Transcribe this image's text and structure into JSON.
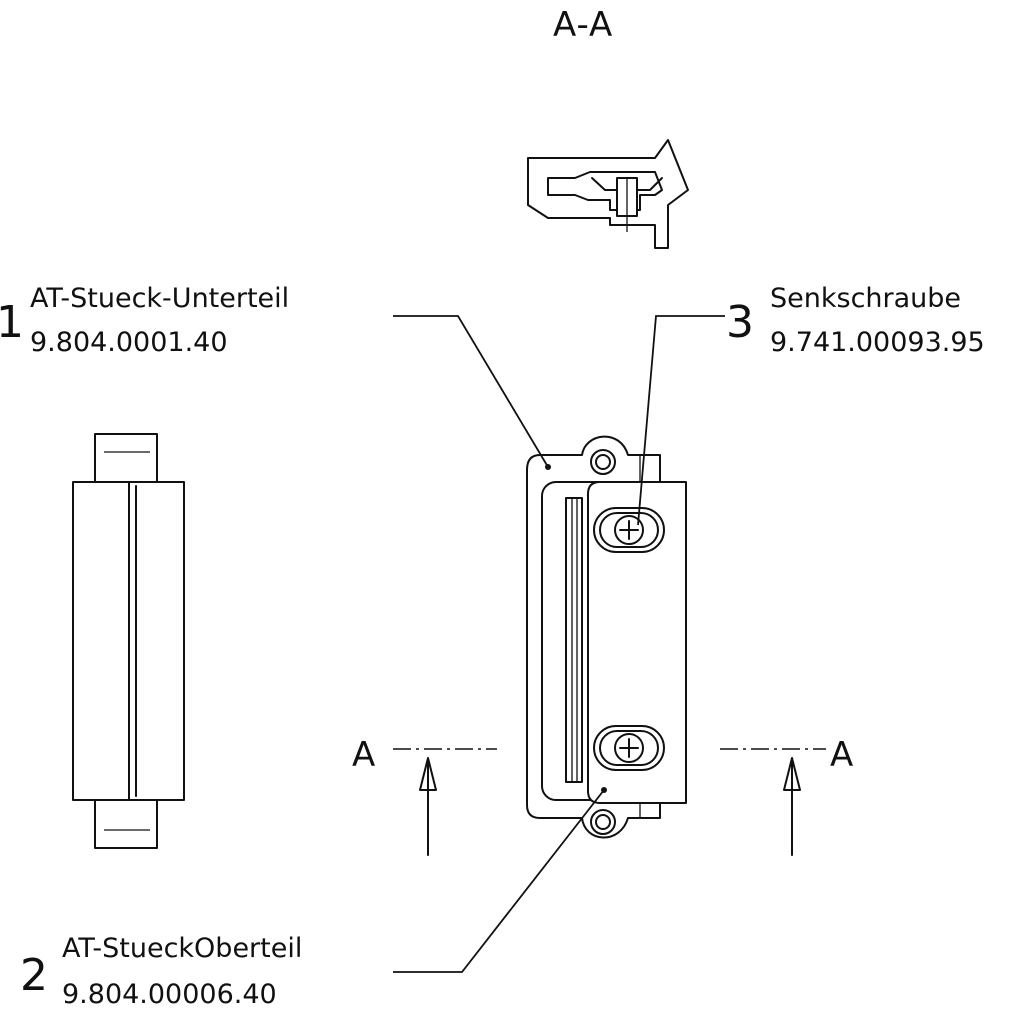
{
  "section_title": "A-A",
  "section_marks": {
    "left": "A",
    "right": "A"
  },
  "parts": [
    {
      "number": "1",
      "name": "AT-Stueck-Unterteil",
      "part_no": "9.804.0001.40"
    },
    {
      "number": "2",
      "name": "AT-StueckOberteil",
      "part_no": "9.804.00006.40"
    },
    {
      "number": "3",
      "name": "Senkschraube",
      "part_no": "9.741.00093.95"
    }
  ]
}
